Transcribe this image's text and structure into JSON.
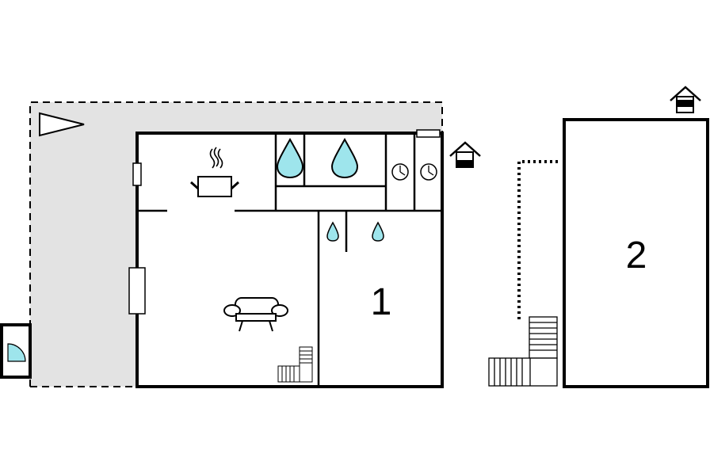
{
  "rooms": {
    "main_label": "1",
    "annex_label": "2"
  },
  "colors": {
    "terrace_fill": "#e3e3e3",
    "water_drop": "#9ee5ec",
    "wall": "#000000"
  },
  "icons": [
    "terrace-area",
    "sun-lounger-icon",
    "cooking-pot-icon",
    "bathroom-water-icon",
    "sink-icon",
    "water-heater-clock-icon",
    "sofa-icon",
    "staircase-icon",
    "house-entrance-icon",
    "pool-corner-icon",
    "path-dotted"
  ]
}
